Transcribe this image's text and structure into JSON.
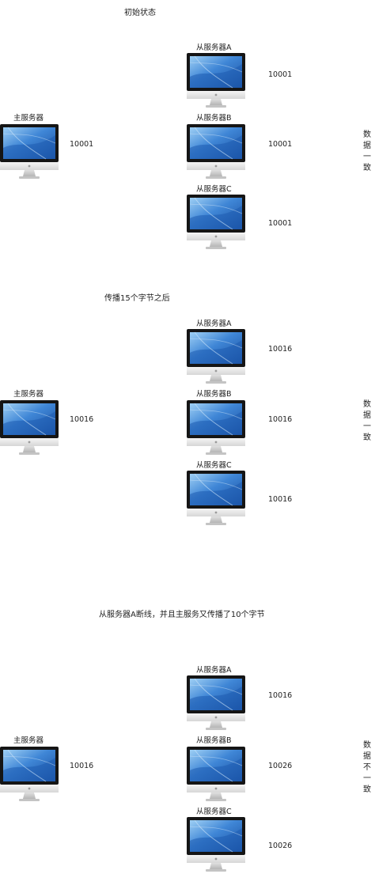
{
  "sections": [
    {
      "title": "初始状态",
      "master": {
        "label": "主服务器",
        "value": "10001",
        "icon": "imac-monitor-icon"
      },
      "slaves": [
        {
          "label": "从服务器A",
          "value": "10001",
          "icon": "imac-monitor-icon"
        },
        {
          "label": "从服务器B",
          "value": "10001",
          "icon": "imac-monitor-icon"
        },
        {
          "label": "从服务器C",
          "value": "10001",
          "icon": "imac-monitor-icon"
        }
      ],
      "status": "数据一致"
    },
    {
      "title": "传播15个字节之后",
      "master": {
        "label": "主服务器",
        "value": "10016",
        "icon": "imac-monitor-icon"
      },
      "slaves": [
        {
          "label": "从服务器A",
          "value": "10016",
          "icon": "imac-monitor-icon"
        },
        {
          "label": "从服务器B",
          "value": "10016",
          "icon": "imac-monitor-icon"
        },
        {
          "label": "从服务器C",
          "value": "10016",
          "icon": "imac-monitor-icon"
        }
      ],
      "status": "数据一致"
    },
    {
      "title": "从服务器A断线，并且主服务又传播了10个字节",
      "master": {
        "label": "主服务器",
        "value": "10016",
        "icon": "imac-monitor-icon"
      },
      "slaves": [
        {
          "label": "从服务器A",
          "value": "10016",
          "icon": "imac-monitor-icon"
        },
        {
          "label": "从服务器B",
          "value": "10026",
          "icon": "imac-monitor-icon"
        },
        {
          "label": "从服务器C",
          "value": "10026",
          "icon": "imac-monitor-icon"
        }
      ],
      "status": "数据不一致"
    }
  ],
  "colors": {
    "screen_blue": "#2f6fc4",
    "screen_light": "#8fc0ec",
    "bezel": "#1a1a1a",
    "chin": "#e8e8e8",
    "stand": "#cfcfcf"
  }
}
